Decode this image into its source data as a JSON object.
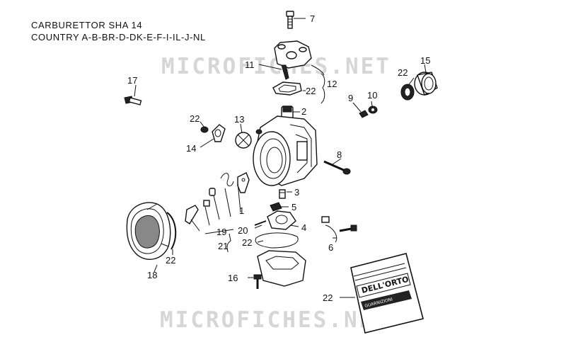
{
  "header": {
    "line1": "CARBURETTOR SHA 14",
    "line2": "COUNTRY A-B-BR-D-DK-E-F-I-IL-J-NL"
  },
  "watermark": {
    "top": "MICROFICHES.NET",
    "bottom": "MICROFICHES.NET"
  },
  "callouts": {
    "c1": "1",
    "c2": "2",
    "c3": "3",
    "c4": "4",
    "c5": "5",
    "c6": "6",
    "c7": "7",
    "c8": "8",
    "c9": "9",
    "c10": "10",
    "c11": "11",
    "c12": "12",
    "c13": "13",
    "c14": "14",
    "c15": "15",
    "c16": "16",
    "c17": "17",
    "c18": "18",
    "c19": "19",
    "c20": "20",
    "c21": "21",
    "c22a": "22",
    "c22b": "22",
    "c22c": "22",
    "c22d": "22",
    "c22e": "22",
    "c22f": "22"
  },
  "package": {
    "brand": "DELL'ORTO",
    "label": "GUARNIZIONI"
  }
}
